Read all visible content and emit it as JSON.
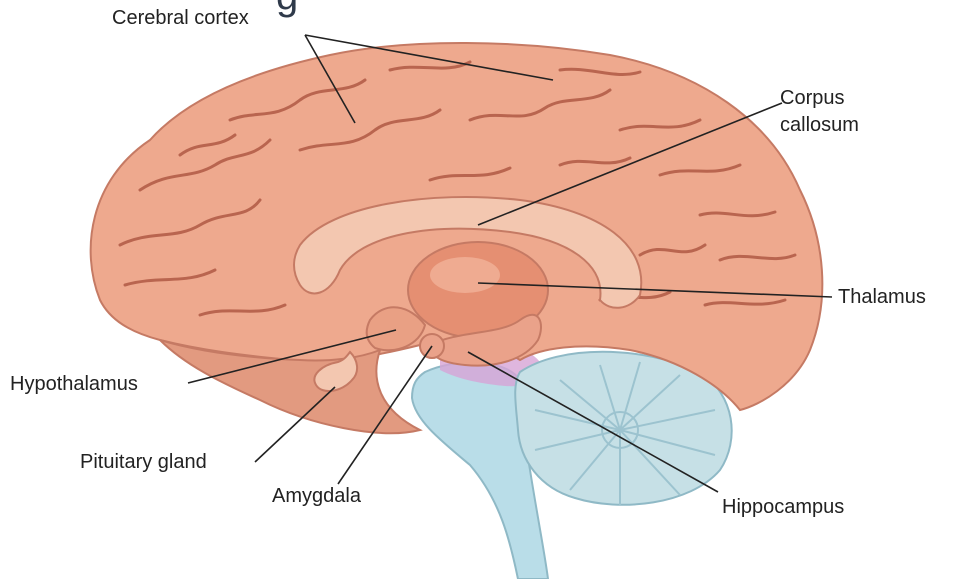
{
  "header_fragment": "g",
  "labels": {
    "cerebral_cortex": "Cerebral cortex",
    "corpus_callosum_line1": "Corpus",
    "corpus_callosum_line2": "callosum",
    "thalamus": "Thalamus",
    "hypothalamus": "Hypothalamus",
    "pituitary_gland": "Pituitary gland",
    "amygdala": "Amygdala",
    "hippocampus": "Hippocampus"
  },
  "colors": {
    "cortex": "#eea98e",
    "cortex_dark": "#c57a64",
    "sulci": "#b9654f",
    "inner_ring": "#f3c7b0",
    "thalamus": "#e58f72",
    "brainstem": "#b9dde8",
    "cerebellum": "#c6e0e6",
    "midbrain": "#d7a4d6",
    "leader_line": "#222222"
  }
}
